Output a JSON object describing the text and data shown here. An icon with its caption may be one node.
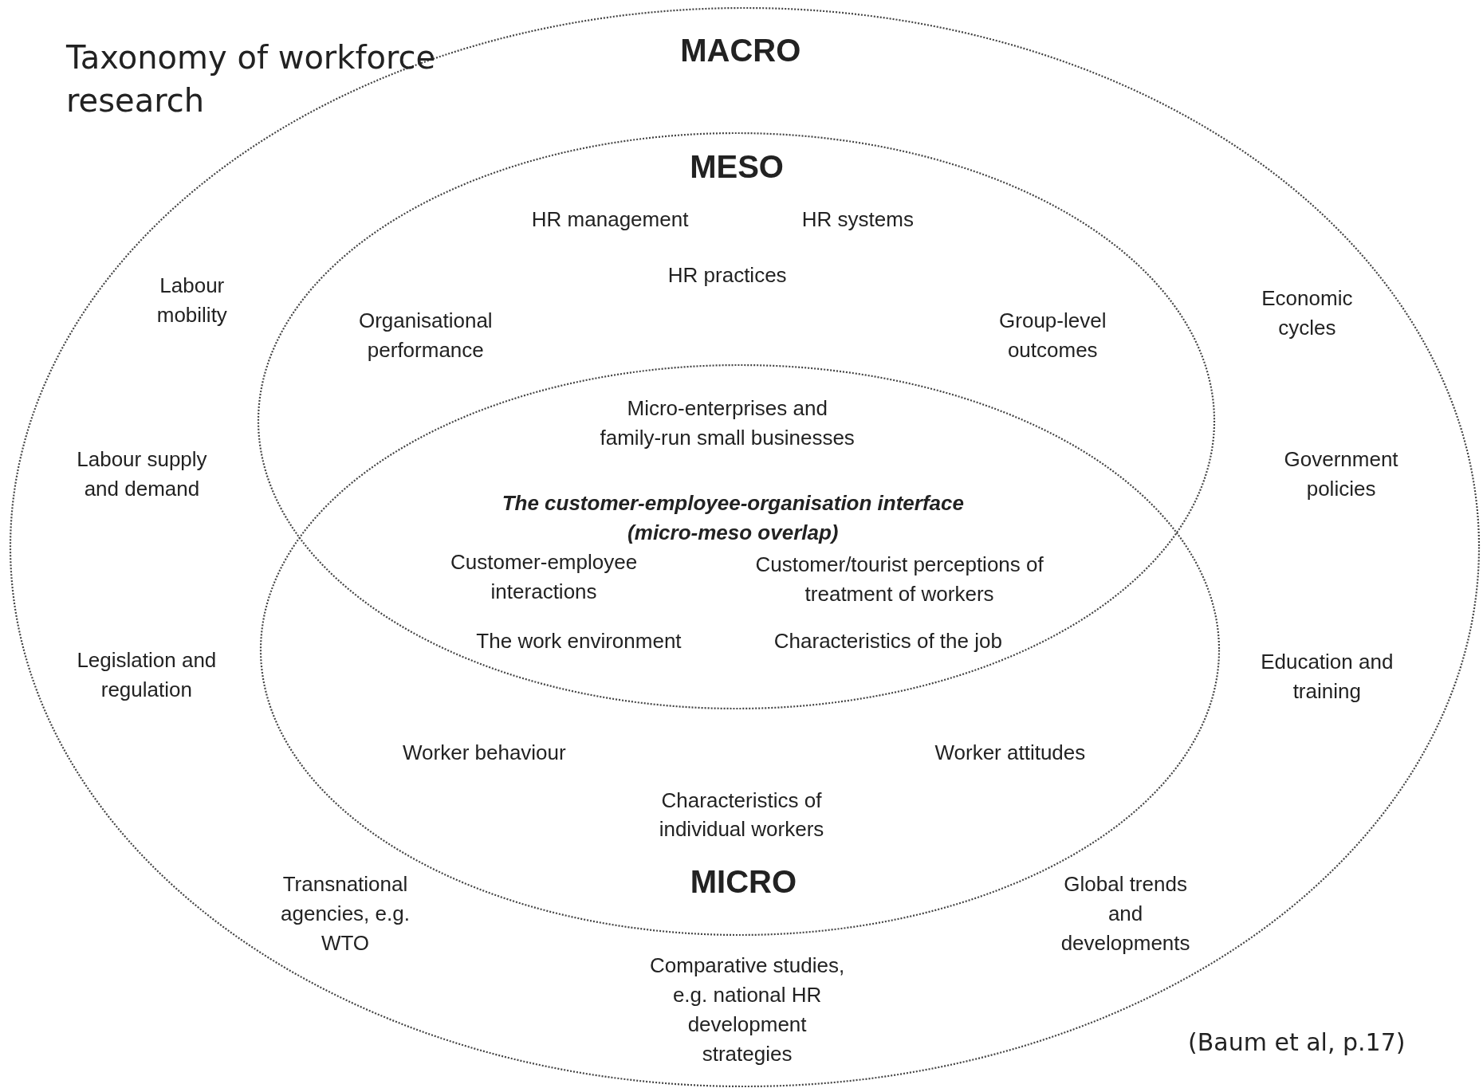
{
  "diagram": {
    "title": "Taxonomy of workforce research",
    "caption": "(Baum et al, p.17)",
    "nodes": [
      {
        "text": [
          "MACRO"
        ]
      },
      {
        "text": [
          "MESO"
        ],
        "in": 0
      },
      {
        "text": [
          "MICRO"
        ],
        "in": 0
      }
    ],
    "edges": [],
    "labels": [
      "HR management",
      "HR systems",
      "HR practices",
      "Labour mobility",
      "Economic cycles",
      "Organisational performance",
      "Group-level outcomes",
      "Micro-enterprises and family-run small businesses",
      "Labour supply and demand",
      "Government policies",
      "The customer-employee-organisation interface (micro-meso overlap)",
      "Customer-employee interactions",
      "Customer/tourist perceptions of treatment of workers",
      "The work environment",
      "Characteristics of the job",
      "Legislation and regulation",
      "Education and training",
      "Worker behaviour",
      "Worker attitudes",
      "Characteristics of individual workers",
      "Transnational agencies, e.g. WTO",
      "Global trends and developments",
      "Comparative studies, e.g. national HR development strategies"
    ]
  }
}
